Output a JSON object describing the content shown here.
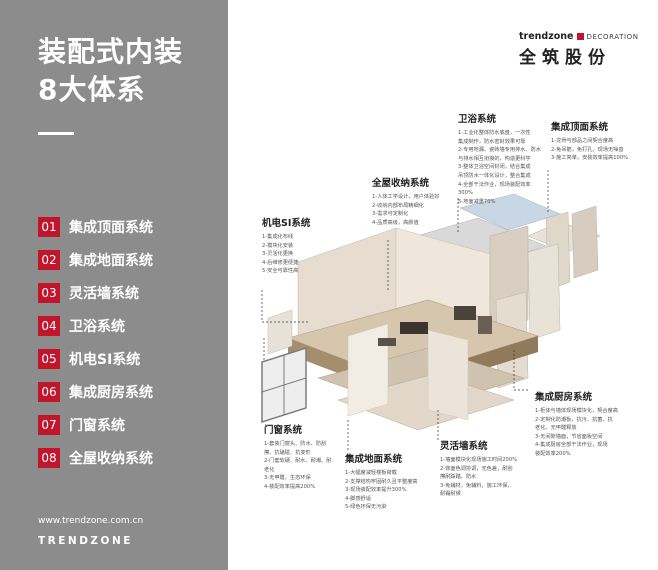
{
  "title": {
    "line1": "装配式内装",
    "line2": "8大体系"
  },
  "menu": [
    {
      "num": "01",
      "label": "集成顶面系统"
    },
    {
      "num": "02",
      "label": "集成地面系统"
    },
    {
      "num": "03",
      "label": "灵活墙系统"
    },
    {
      "num": "04",
      "label": "卫浴系统"
    },
    {
      "num": "05",
      "label": "机电SI系统"
    },
    {
      "num": "06",
      "label": "集成厨房系统"
    },
    {
      "num": "07",
      "label": "门窗系统"
    },
    {
      "num": "08",
      "label": "全屋收纳系统"
    }
  ],
  "footer": {
    "url": "www.trendzone.com.cn",
    "brand": "TRENDZONE"
  },
  "logo": {
    "brand": "trendzone",
    "division": "DECORATION",
    "cn": "全筑股份"
  },
  "colors": {
    "accent": "#c0152a",
    "panel": "#8c8c8c"
  },
  "callouts": {
    "bath": {
      "title": "卫浴系统",
      "lines": [
        "1-工业化整体防水底盘，一次性",
        "集成制作，防水密封效果可靠",
        "2-专用地漏、瓷砖墙专用排水、防水",
        "与排水相互衔接的，构造更科学",
        "3-整体卫浴空间封闭，结合集成",
        "吊顶防水一体化设计，整合集成",
        "4-全部干法作业，现场装配效率",
        "300%",
        "5-地面减重70%"
      ]
    },
    "ceiling": {
      "title": "集成顶面系统",
      "lines": [
        "1-龙骨与部品之间契合度高",
        "2-免吊筋，免打孔，现场无噪音",
        "3-施工简单，安装效率提高100%"
      ]
    },
    "storage": {
      "title": "全屋收纳系统",
      "lines": [
        "1-人体工学设计，用户体验好",
        "2-收纳内部布局精细化",
        "3-需求可定制化",
        "4-品质高级，高颜值"
      ]
    },
    "mep": {
      "title": "机电SI系统",
      "lines": [
        "1-集成化布线",
        "2-模块化安装",
        "3-灵活化更换",
        "4-后维修更便捷",
        "5-安全可靠性高"
      ]
    },
    "kitchen": {
      "title": "集成厨房系统",
      "lines": [
        "1-柜体与墙体现场模块化，契合度高",
        "2-定制化防潮板，抗污、抗菌、抗",
        "老化、无甲醛释放",
        "3-无间隙墙面，节省面板空间",
        "4-集成厨房全部干法作业，现场",
        "装配效率200%"
      ]
    },
    "door": {
      "title": "门窗系统",
      "lines": [
        "1-套装门窗头、防水、防刮",
        "擦、抗磕碰、抗变形",
        "2-门套软硬、耐水、耐潮、耐",
        "老化",
        "3-无甲醛，生态环保",
        "4-装配效率提高200%"
      ]
    },
    "floor": {
      "title": "集成地面系统",
      "lines": [
        "1-大幅度减轻楼板荷载",
        "2-支撑结构牢固耐久且平整度高",
        "3-现场装配效率提升300%",
        "4-脚感舒适",
        "5-绿色环保无污染"
      ]
    },
    "wall": {
      "title": "灵活墙系统",
      "lines": [
        "1-墙面模块化现场施工时间200%",
        "2-饰面色调协调，无色差，耐刮",
        "擦耐踩踏、防水",
        "3-免辅材，免辅料，施工环保，",
        "耐霜耐候"
      ]
    }
  }
}
